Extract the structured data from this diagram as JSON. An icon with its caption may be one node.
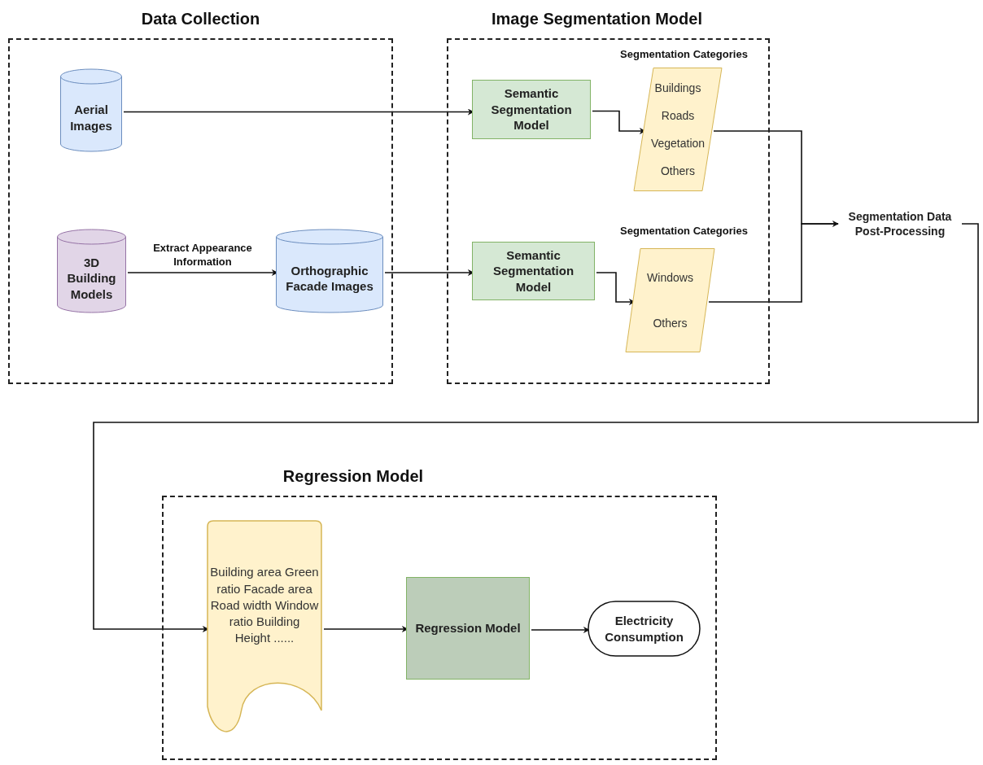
{
  "diagram": {
    "nodes": [
      {
        "text": [
          "Data Collection"
        ]
      },
      {
        "text": [
          "Aerial Images"
        ],
        "in": 0
      },
      {
        "text": [
          "3D Building Models"
        ],
        "in": 0
      },
      {
        "text": [
          "Orthographic Facade Images"
        ],
        "in": 0
      },
      {
        "text": [
          "Image Segmentation Model"
        ]
      },
      {
        "text": [
          "Semantic Segmentation Model"
        ],
        "in": 4
      },
      {
        "text": [
          "Segmentation Categories",
          "Buildings",
          "Roads",
          "Vegetation",
          "Others"
        ],
        "in": 4
      },
      {
        "text": [
          "Semantic Segmentation Model"
        ],
        "in": 4
      },
      {
        "text": [
          "Segmentation Categories",
          "Windows",
          "Others"
        ],
        "in": 4
      },
      {
        "text": [
          "Segmentation Data Post-Processing"
        ]
      },
      {
        "text": [
          "Regression Model"
        ]
      },
      {
        "text": [
          "Building area Green ratio Facade area Road width Window ratio Building Height ......"
        ],
        "in": 10
      },
      {
        "text": [
          "Regression Model"
        ],
        "in": 10
      },
      {
        "text": [
          "Electricity Consumption"
        ],
        "in": 10
      }
    ],
    "edges": [
      {
        "from": 1,
        "to": 5,
        "arrow": "to"
      },
      {
        "from": 2,
        "to": 3,
        "arrow": "to",
        "label": "Extract Appearance Information"
      },
      {
        "from": 3,
        "to": 7,
        "arrow": "to"
      },
      {
        "from": 5,
        "to": 6,
        "arrow": "to"
      },
      {
        "from": 7,
        "to": 8,
        "arrow": "to"
      },
      {
        "from": 6,
        "to": 9,
        "arrow": "to"
      },
      {
        "from": 8,
        "to": 9,
        "arrow": "none"
      },
      {
        "from": 9,
        "to": 11,
        "arrow": "to"
      },
      {
        "from": 11,
        "to": 12,
        "arrow": "to"
      },
      {
        "from": 12,
        "to": 13,
        "arrow": "to"
      }
    ]
  }
}
